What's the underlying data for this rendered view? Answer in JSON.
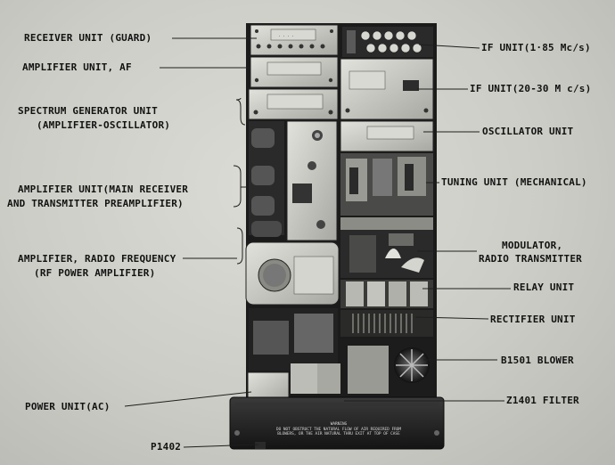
{
  "labels": {
    "receiver_unit": "RECEIVER UNIT (GUARD)",
    "amplifier_af": "AMPLIFIER UNIT, AF",
    "spectrum_line1": "SPECTRUM GENERATOR UNIT",
    "spectrum_line2": "(AMPLIFIER-OSCILLATOR)",
    "amp_main_line1": "AMPLIFIER UNIT(MAIN RECEIVER",
    "amp_main_line2": "AND TRANSMITTER PREAMPLIFIER)",
    "amp_rf_line1": "AMPLIFIER, RADIO FREQUENCY",
    "amp_rf_line2": "(RF POWER AMPLIFIER)",
    "power_unit": "POWER UNIT(AC)",
    "p1402": "P1402",
    "if_unit_1": "IF UNIT(1·85 Mc/s)",
    "if_unit_2": "IF UNIT(20-30 M c/s)",
    "oscillator_unit": "OSCILLATOR UNIT",
    "tuning_unit": "TUNING UNIT (MECHANICAL)",
    "modulator_line1": "MODULATOR,",
    "modulator_line2": "RADIO TRANSMITTER",
    "relay_unit": "RELAY UNIT",
    "rectifier_unit": "RECTIFIER UNIT",
    "blower": "B1501 BLOWER",
    "filter": "Z1401 FILTER"
  },
  "base_plate": {
    "title": "WARNING",
    "line1": "DO NOT OBSTRUCT THE NATURAL FLOW OF AIR REQUIRED FROM",
    "line2": "BLOWERS, OR THE AIR NATURAL THRU EXIT AT TOP OF CASE"
  },
  "colors": {
    "label_ink": "#121212",
    "background": "#c9c9c4",
    "chassis": "#1b1b1b"
  }
}
